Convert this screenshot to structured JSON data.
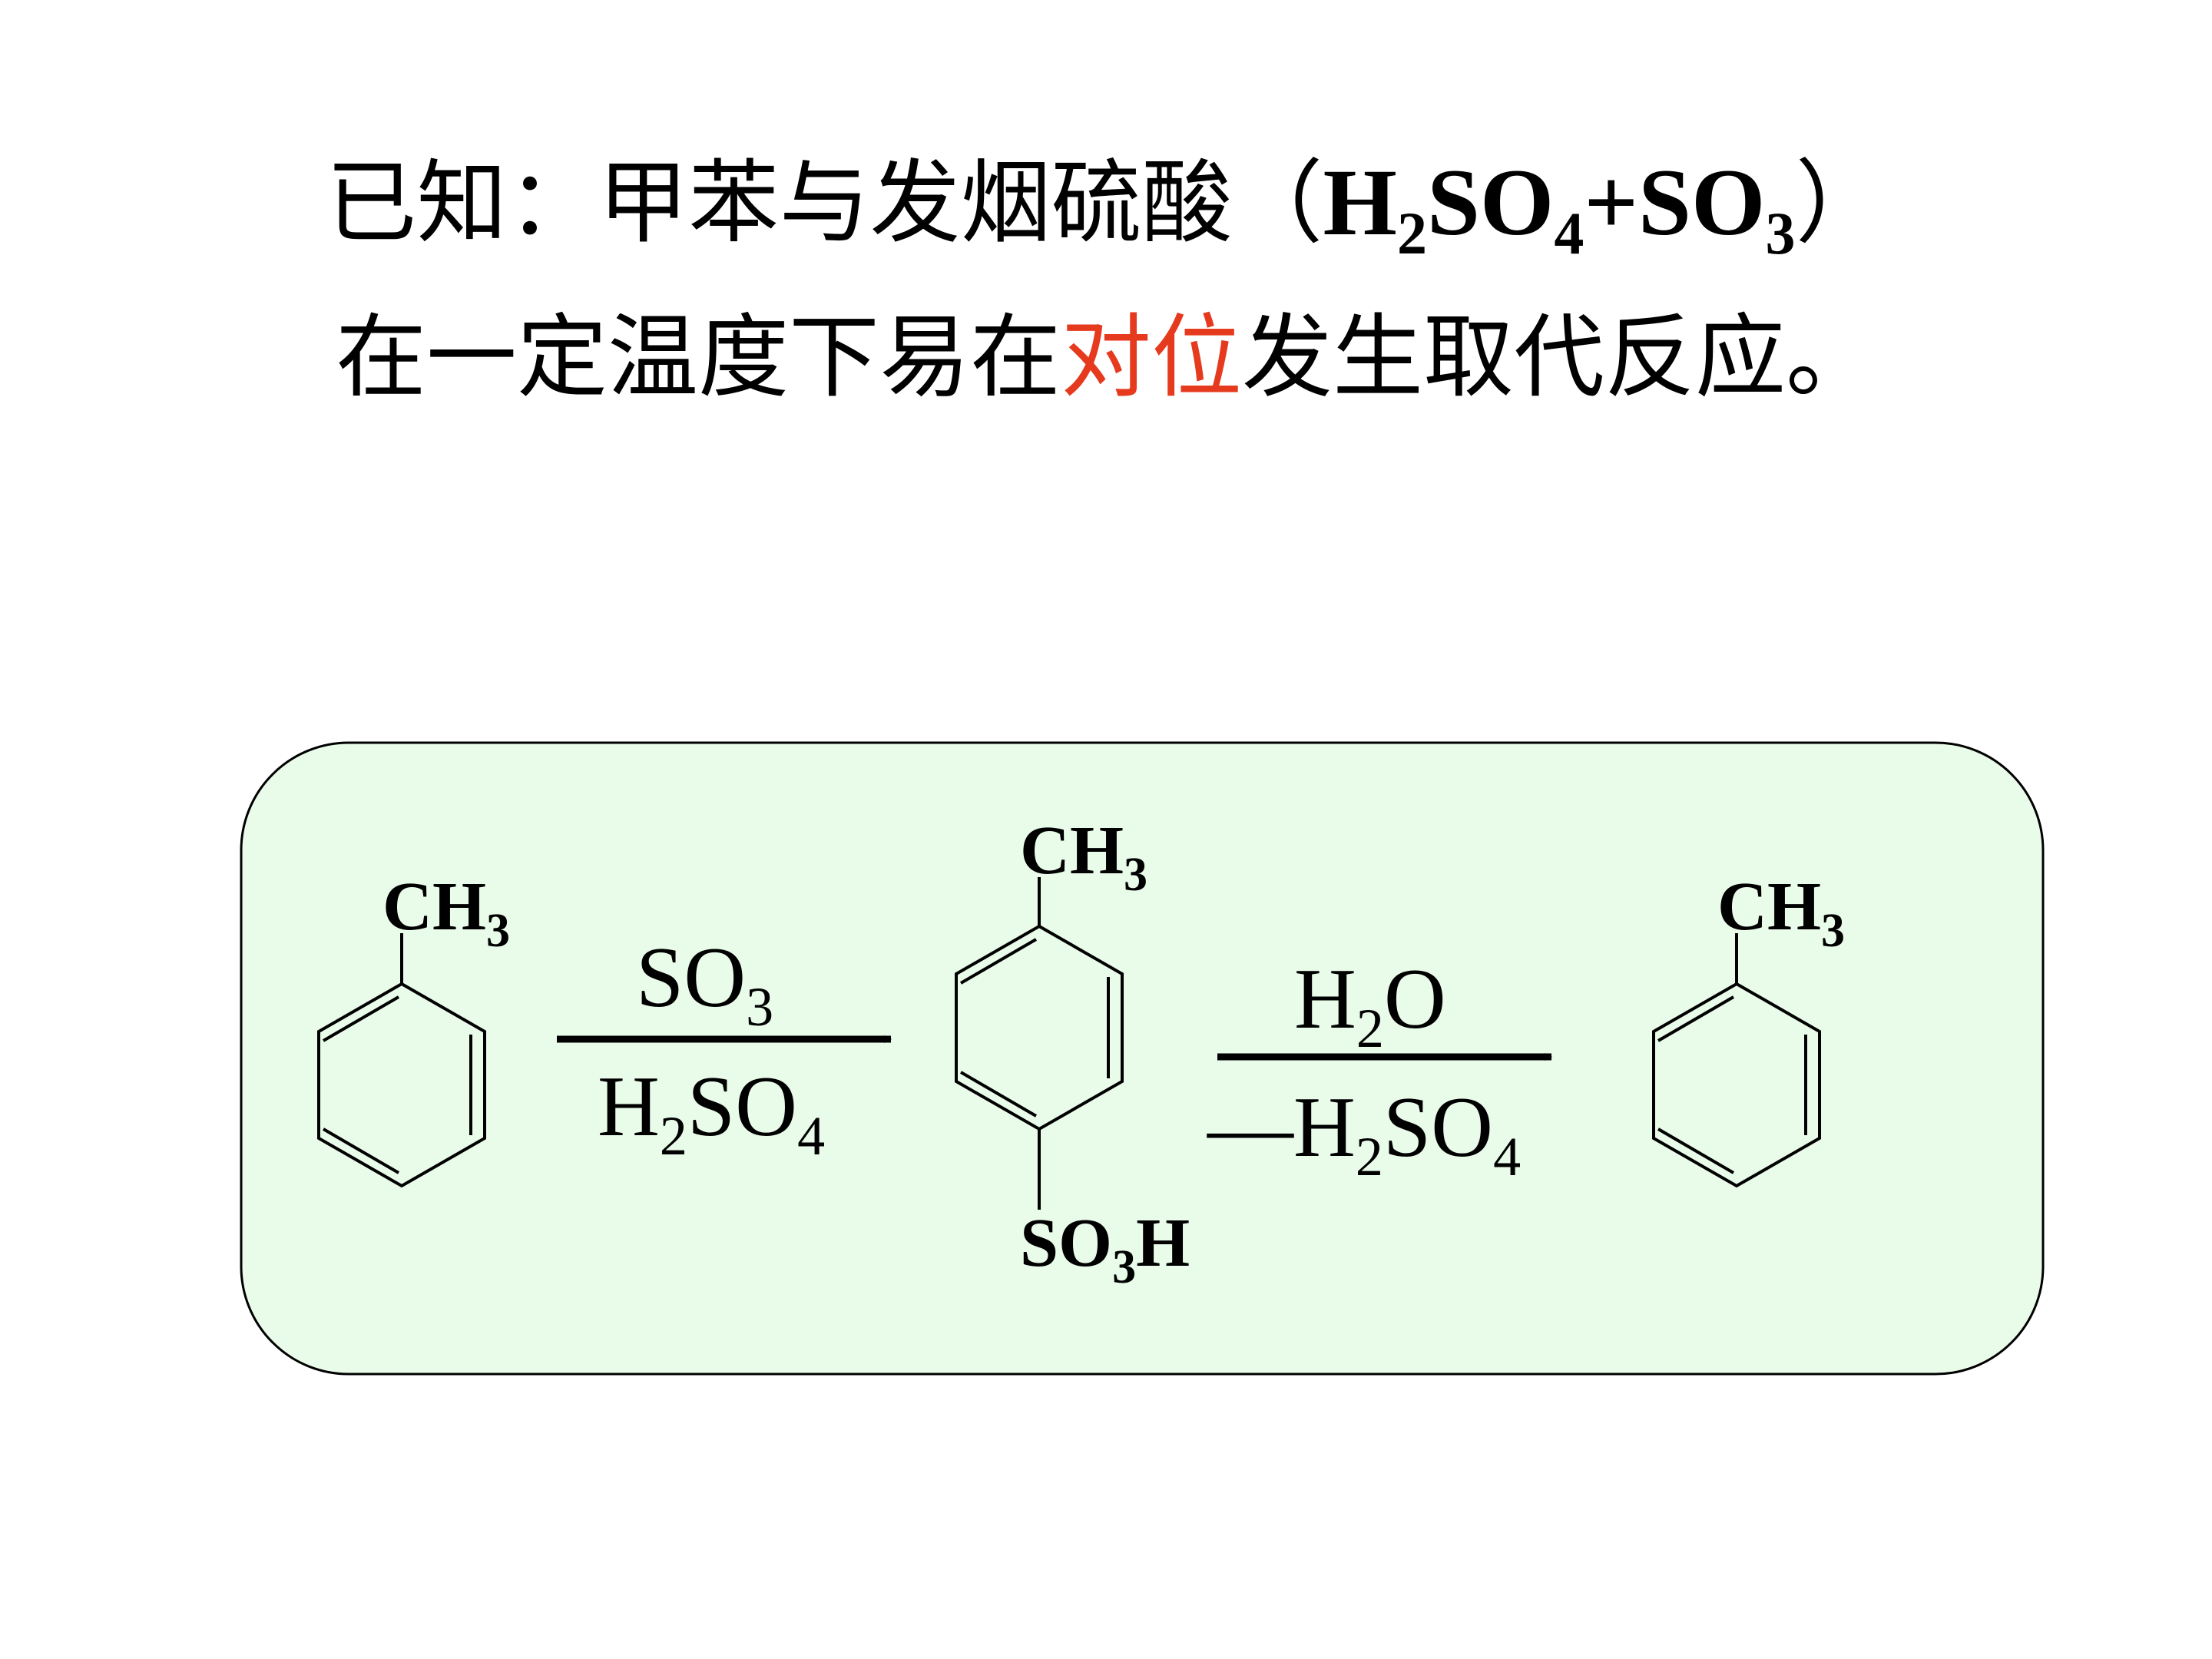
{
  "intro": {
    "line1_text": "已知：甲苯与发烟硫酸（",
    "formula": {
      "h2so4_main": "H",
      "h2so4_sub1": "2",
      "h2so4_mid": "SO",
      "h2so4_sub2": "4",
      "plus_so": "+SO",
      "so3_sub": "3"
    },
    "line1_close": "）",
    "line2_before": "在一定温度下易在",
    "line2_emph": "对位",
    "line2_after": "发生取代反应。",
    "emph_color": "#e63a1f"
  },
  "scheme": {
    "box_fill": "#e9fbe9",
    "reactant": {
      "group_main": "CH",
      "group_sub": "3"
    },
    "step1": {
      "above_main": "SO",
      "above_sub": "3",
      "below_main1": "H",
      "below_sub1": "2",
      "below_main2": "SO",
      "below_sub2": "4"
    },
    "intermediate": {
      "top_main": "CH",
      "top_sub": "3",
      "bottom_main1": "SO",
      "bottom_sub": "3",
      "bottom_main2": "H"
    },
    "step2": {
      "above_main1": "H",
      "above_sub": "2",
      "above_main2": "O",
      "below_prefix": "—",
      "below_main1": "H",
      "below_sub1": "2",
      "below_main2": "SO",
      "below_sub2": "4"
    },
    "product": {
      "group_main": "CH",
      "group_sub": "3"
    }
  }
}
